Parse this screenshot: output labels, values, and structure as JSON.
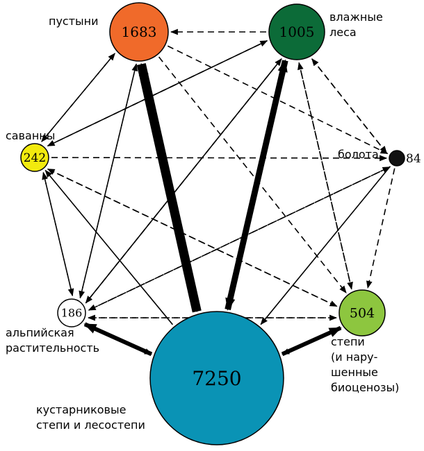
{
  "nodes": {
    "deserts": {
      "label": [
        "пустыни"
      ],
      "value": "1683",
      "color": "#f06a2a"
    },
    "rainforest": {
      "label": [
        "влажные",
        "леса"
      ],
      "value": "1005",
      "color": "#0c6b38"
    },
    "savannas": {
      "label": [
        "саванны"
      ],
      "value": "242",
      "color": "#f2ea0e"
    },
    "swamps": {
      "label": [
        "болота"
      ],
      "value": "84",
      "color": "#111111"
    },
    "alpine": {
      "label": [
        "альпийская",
        "растительность"
      ],
      "value": "186",
      "color": "#ffffff"
    },
    "steppes": {
      "label": [
        "степи",
        "(и нару-",
        "шенные",
        "биоценозы)"
      ],
      "value": "504",
      "color": "#8dc63f"
    },
    "shrub": {
      "label": [
        "кустарниковые",
        "степи и лесостепи"
      ],
      "value": "7250",
      "color": "#0a93b5"
    }
  },
  "flows": [
    {
      "from": "shrub",
      "to": "deserts",
      "style": "solid",
      "weight": 6
    },
    {
      "from": "deserts",
      "to": "shrub",
      "style": "solid",
      "weight": 1
    },
    {
      "from": "shrub",
      "to": "rainforest",
      "style": "solid",
      "weight": 4
    },
    {
      "from": "rainforest",
      "to": "shrub",
      "style": "solid",
      "weight": 2
    },
    {
      "from": "shrub",
      "to": "alpine",
      "style": "solid",
      "weight": 3
    },
    {
      "from": "alpine",
      "to": "shrub",
      "style": "dashed",
      "weight": 1
    },
    {
      "from": "shrub",
      "to": "steppes",
      "style": "solid",
      "weight": 3
    },
    {
      "from": "steppes",
      "to": "shrub",
      "style": "dashed",
      "weight": 1
    },
    {
      "from": "shrub",
      "to": "savannas",
      "style": "solid",
      "weight": 1
    },
    {
      "from": "swamps",
      "to": "shrub",
      "style": "solid",
      "weight": 1
    },
    {
      "from": "rainforest",
      "to": "savannas",
      "style": "solid",
      "weight": 1
    },
    {
      "from": "alpine",
      "to": "rainforest",
      "style": "solid",
      "weight": 1
    },
    {
      "from": "rainforest",
      "to": "deserts",
      "style": "dashed",
      "weight": 1
    },
    {
      "from": "savannas",
      "to": "deserts",
      "style": "dashed",
      "weight": 1
    },
    {
      "from": "deserts",
      "to": "savannas",
      "style": "dashed",
      "weight": 1
    },
    {
      "from": "savannas",
      "to": "rainforest",
      "style": "dashed",
      "weight": 1
    },
    {
      "from": "deserts",
      "to": "swamps",
      "style": "dashed",
      "weight": 1
    },
    {
      "from": "deserts",
      "to": "steppes",
      "style": "dashed",
      "weight": 1
    },
    {
      "from": "alpine",
      "to": "deserts",
      "style": "dashed",
      "weight": 1
    },
    {
      "from": "deserts",
      "to": "alpine",
      "style": "dashed",
      "weight": 1
    },
    {
      "from": "rainforest",
      "to": "swamps",
      "style": "dashed",
      "weight": 1
    },
    {
      "from": "swamps",
      "to": "rainforest",
      "style": "dashed",
      "weight": 1
    },
    {
      "from": "rainforest",
      "to": "steppes",
      "style": "dashed",
      "weight": 1
    },
    {
      "from": "steppes",
      "to": "rainforest",
      "style": "dashed",
      "weight": 1
    },
    {
      "from": "rainforest",
      "to": "alpine",
      "style": "dashed",
      "weight": 1
    },
    {
      "from": "savannas",
      "to": "swamps",
      "style": "dashed",
      "weight": 1
    },
    {
      "from": "savannas",
      "to": "steppes",
      "style": "dashed",
      "weight": 1
    },
    {
      "from": "alpine",
      "to": "savannas",
      "style": "dashed",
      "weight": 1
    },
    {
      "from": "savannas",
      "to": "alpine",
      "style": "dashed",
      "weight": 1
    },
    {
      "from": "alpine",
      "to": "swamps",
      "style": "dashed",
      "weight": 1
    },
    {
      "from": "swamps",
      "to": "alpine",
      "style": "dashed",
      "weight": 1
    },
    {
      "from": "swamps",
      "to": "steppes",
      "style": "dashed",
      "weight": 1
    },
    {
      "from": "steppes",
      "to": "alpine",
      "style": "dashed",
      "weight": 1
    },
    {
      "from": "alpine",
      "to": "steppes",
      "style": "dashed",
      "weight": 1
    },
    {
      "from": "steppes",
      "to": "savannas",
      "style": "dashed",
      "weight": 1
    }
  ]
}
